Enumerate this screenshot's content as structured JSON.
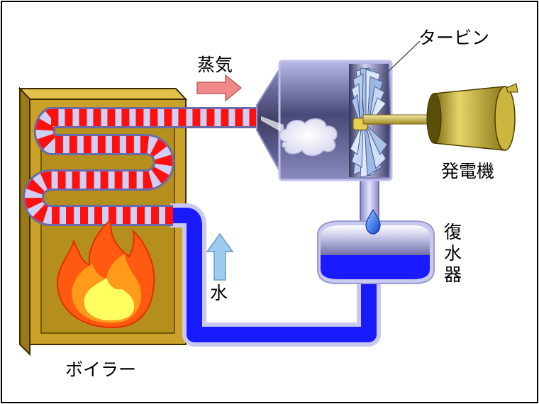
{
  "labels": {
    "turbine": "タービン",
    "steam": "蒸気",
    "generator": "発電機",
    "condenser_1": "復",
    "condenser_2": "水",
    "condenser_3": "器",
    "water": "水",
    "boiler": "ボイラー"
  },
  "colors": {
    "boiler_box": "#c9a227",
    "boiler_inner": "#a8861e",
    "boiler_edge": "#3b2a00",
    "steam_stripe": "#ff1010",
    "pipe_base": "#c8c8f0",
    "water_blue": "#1a1aff",
    "turbine_housing": "#5e5e8c",
    "generator_body": "#d8c24a",
    "steam_arrow": "#f08a8a",
    "water_arrow": "#9ecbf0",
    "flame_outer": "#ff5a10",
    "flame_mid": "#ff9a1a",
    "flame_core": "#ffff60"
  },
  "icons": {
    "steam_arrow": "arrow-right-icon",
    "water_arrow": "arrow-up-icon",
    "flame": "fire-icon",
    "water_drop": "droplet-icon",
    "steam_cloud": "cloud-icon"
  }
}
